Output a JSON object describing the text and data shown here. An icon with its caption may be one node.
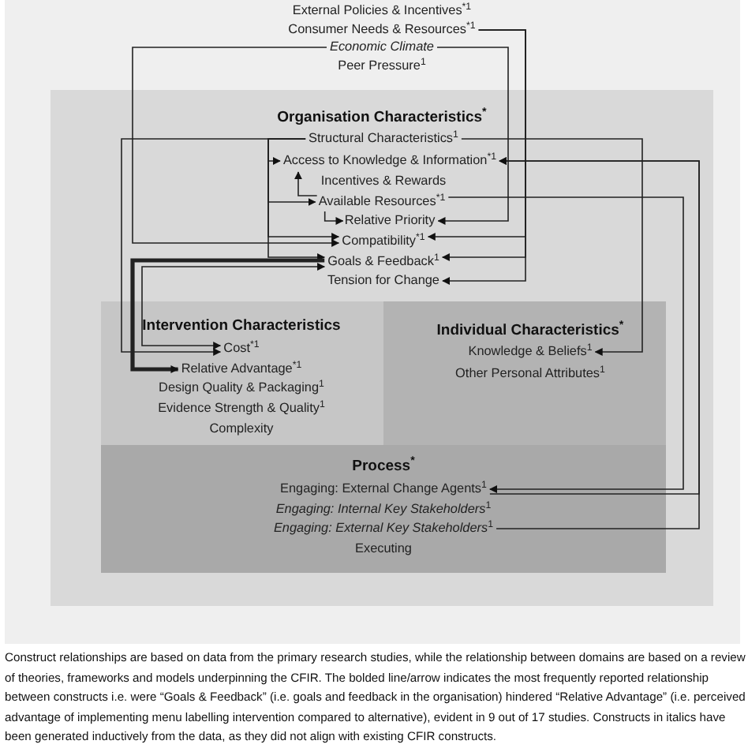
{
  "diagram": {
    "caption": "Construct relationships are based on data from the primary research studies, while the relationship between domains are based on a review of theories, frameworks and models underpinning the CFIR. The bolded line/arrow indicates the most frequently reported relationship between constructs i.e. were “Goals & Feedback” (i.e. goals and feedback in the organisation) hindered “Relative Advantage” (i.e. perceived advantage of implementing menu labelling intervention compared to alternative), evident in 9 out of 17 studies. Constructs in italics have been generated inductively from the data, as they did not align with existing CFIR constructs.",
    "nodes": [
      {
        "text": [],
        "shape": "box"
      },
      {
        "text": [
          "External Policies & Incentives$^{*1}$"
        ],
        "in": 0
      },
      {
        "text": [
          "Consumer Needs & Resources$^{*1}$"
        ],
        "in": 0
      },
      {
        "text": [
          "*Economic Climate*"
        ],
        "in": 0
      },
      {
        "text": [
          "Peer Pressure$^{1}$"
        ],
        "in": 0
      },
      {
        "text": [
          "Organisation Characteristics$^{*}$"
        ],
        "in": 0
      },
      {
        "text": [
          "Structural Characteristics$^{1}$"
        ],
        "in": 5
      },
      {
        "text": [
          "Access to Knowledge & Information$^{*1}$"
        ],
        "in": 5
      },
      {
        "text": [
          "Incentives & Rewards"
        ],
        "in": 5
      },
      {
        "text": [
          "Available Resources$^{*1}$"
        ],
        "in": 5
      },
      {
        "text": [
          "Relative Priority"
        ],
        "in": 5
      },
      {
        "text": [
          "Compatibility$^{*1}$"
        ],
        "in": 5
      },
      {
        "text": [
          "Goals & Feedback$^{1}$"
        ],
        "in": 5
      },
      {
        "text": [
          "Tension for Change"
        ],
        "in": 5
      },
      {
        "text": [
          "Intervention Characteristics"
        ],
        "in": 5
      },
      {
        "text": [
          "Cost$^{*1}$"
        ],
        "in": 14
      },
      {
        "text": [
          "Relative Advantage$^{*1}$"
        ],
        "in": 14
      },
      {
        "text": [
          "Design Quality & Packaging$^{1}$"
        ],
        "in": 14
      },
      {
        "text": [
          "Evidence Strength & Quality$^{1}$"
        ],
        "in": 14
      },
      {
        "text": [
          "Complexity"
        ],
        "in": 14
      },
      {
        "text": [
          "Individual Characteristics$^{*}$"
        ],
        "in": 5
      },
      {
        "text": [
          "Knowledge & Beliefs$^{1}$"
        ],
        "in": 20
      },
      {
        "text": [
          "Other Personal Attributes$^{1}$"
        ],
        "in": 20
      },
      {
        "text": [
          "Process$^{*}$"
        ],
        "in": 5
      },
      {
        "text": [
          "Engaging: External Change Agents$^{1}$"
        ],
        "in": 23
      },
      {
        "text": [
          "*Engaging: Internal Key Stakeholders*$^{1}$"
        ],
        "in": 23
      },
      {
        "text": [
          "*Engaging: External Key Stakeholders*$^{1}$"
        ],
        "in": 23
      },
      {
        "text": [
          "Executing"
        ],
        "in": 23
      }
    ],
    "edges": [
      {
        "from": 2,
        "to": 11,
        "arrow": "to"
      },
      {
        "from": 2,
        "to": 12,
        "arrow": "to"
      },
      {
        "from": 2,
        "to": 13,
        "arrow": "to"
      },
      {
        "from": 3,
        "to": 10,
        "arrow": "to"
      },
      {
        "from": 3,
        "to": 11,
        "arrow": "to"
      },
      {
        "from": 6,
        "to": 7,
        "arrow": "to"
      },
      {
        "from": 6,
        "to": 9,
        "arrow": "to"
      },
      {
        "from": 6,
        "to": 11,
        "arrow": "to"
      },
      {
        "from": 6,
        "to": 12,
        "arrow": "to"
      },
      {
        "from": 6,
        "to": 15,
        "arrow": "to"
      },
      {
        "from": 6,
        "to": 21,
        "arrow": "to"
      },
      {
        "from": 9,
        "to": 7,
        "arrow": "to"
      },
      {
        "from": 9,
        "to": 10,
        "arrow": "to"
      },
      {
        "from": 9,
        "to": 24,
        "arrow": "to"
      },
      {
        "from": 12,
        "to": 16,
        "arrow": "to",
        "style": "thick"
      },
      {
        "from": 15,
        "to": 12,
        "arrow": "both"
      },
      {
        "from": 24,
        "to": 7,
        "arrow": "to"
      },
      {
        "from": 26,
        "to": 7,
        "arrow": "to"
      }
    ]
  }
}
